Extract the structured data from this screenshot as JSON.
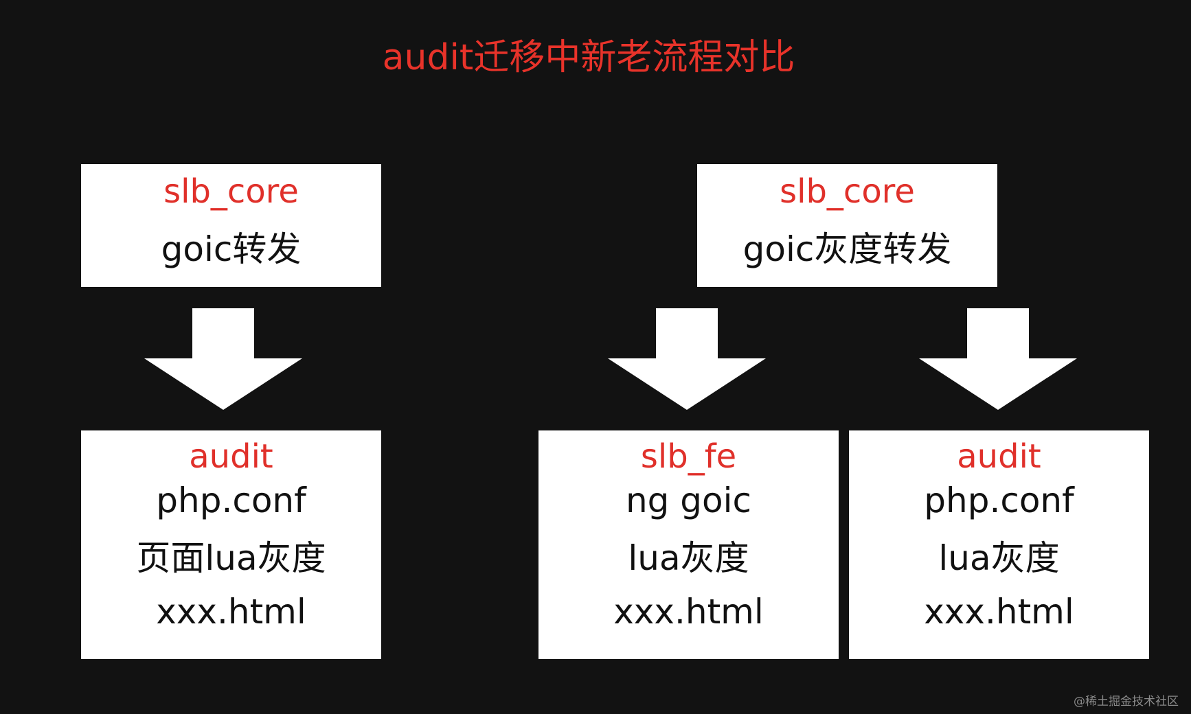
{
  "title": "audit迁移中新老流程对比",
  "left": {
    "top_box": {
      "head": "slb_core",
      "line1": "goic转发"
    },
    "bottom_box": {
      "head": "audit",
      "line1": "php.conf",
      "line2": "页面lua灰度",
      "line3": "xxx.html"
    }
  },
  "right": {
    "top_box": {
      "head": "slb_core",
      "line1": "goic灰度转发"
    },
    "bottom_left_box": {
      "head": "slb_fe",
      "line1": "ng goic",
      "line2": "lua灰度",
      "line3": "xxx.html"
    },
    "bottom_right_box": {
      "head": "audit",
      "line1": "php.conf",
      "line2": "lua灰度",
      "line3": "xxx.html"
    }
  },
  "watermark": "@稀土掘金技术社区",
  "colors": {
    "background": "#121212",
    "accent_red": "#e0302a",
    "box_fill": "#ffffff",
    "text_dark": "#111111"
  }
}
